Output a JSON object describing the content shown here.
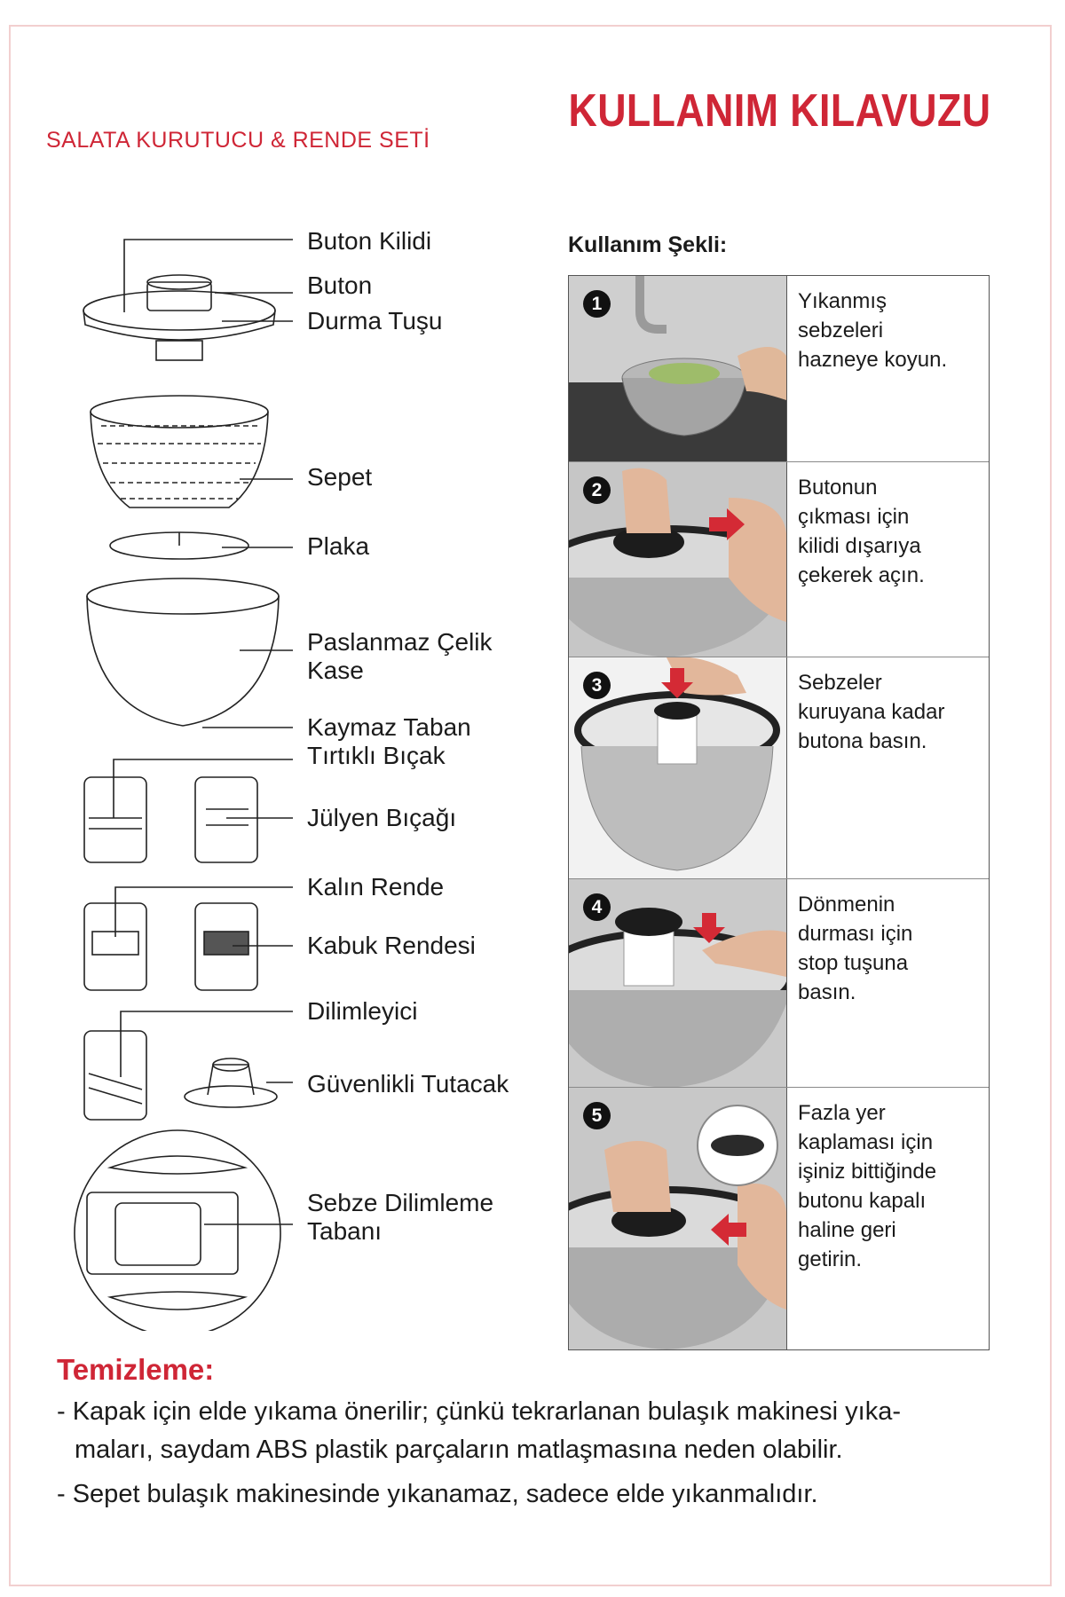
{
  "header": {
    "subtitle": "SALATA KURUTUCU & RENDE SETİ",
    "title": "KULLANIM KILAVUZU"
  },
  "colors": {
    "accent": "#cf2636",
    "arrow": "#d42a35",
    "text": "#1b1b1b",
    "frame": "#f2cfcf"
  },
  "parts": [
    "Buton Kilidi",
    "Buton",
    "Durma Tuşu",
    "Sepet",
    "Plaka",
    "Paslanmaz Çelik\nKase",
    "Kaymaz Taban",
    "Tırtıklı Bıçak",
    "Jülyen Bıçağı",
    "Kalın Rende",
    "Kabuk Rendesi",
    "Dilimleyici",
    "Güvenlikli Tutacak",
    "Sebze Dilimleme\nTabanı"
  ],
  "usage": {
    "heading": "Kullanım Şekli:",
    "steps": [
      {
        "number": "1",
        "text": "Yıkanmış\nsebzeleri\nhazneye koyun."
      },
      {
        "number": "2",
        "text": "Butonun\nçıkması için\nkilidi dışarıya\nçekerek açın."
      },
      {
        "number": "3",
        "text": "Sebzeler\nkuruyana kadar\nbutona basın."
      },
      {
        "number": "4",
        "text": "Dönmenin\ndurması için\nstop tuşuna\nbasın."
      },
      {
        "number": "5",
        "text": "Fazla yer\nkaplaması için\nişiniz bittiğinde\nbutonu kapalı\nhaline geri\ngetirin."
      }
    ]
  },
  "cleaning": {
    "heading": "Temizleme:",
    "items": [
      "- Kapak için elde yıkama önerilir; çünkü tekrarlanan bulaşık makinesi yıka-\nmaları, saydam ABS plastik parçaların matlaşmasına neden olabilir.",
      "- Sepet bulaşık makinesinde yıkanamaz, sadece elde yıkanmalıdır."
    ]
  }
}
